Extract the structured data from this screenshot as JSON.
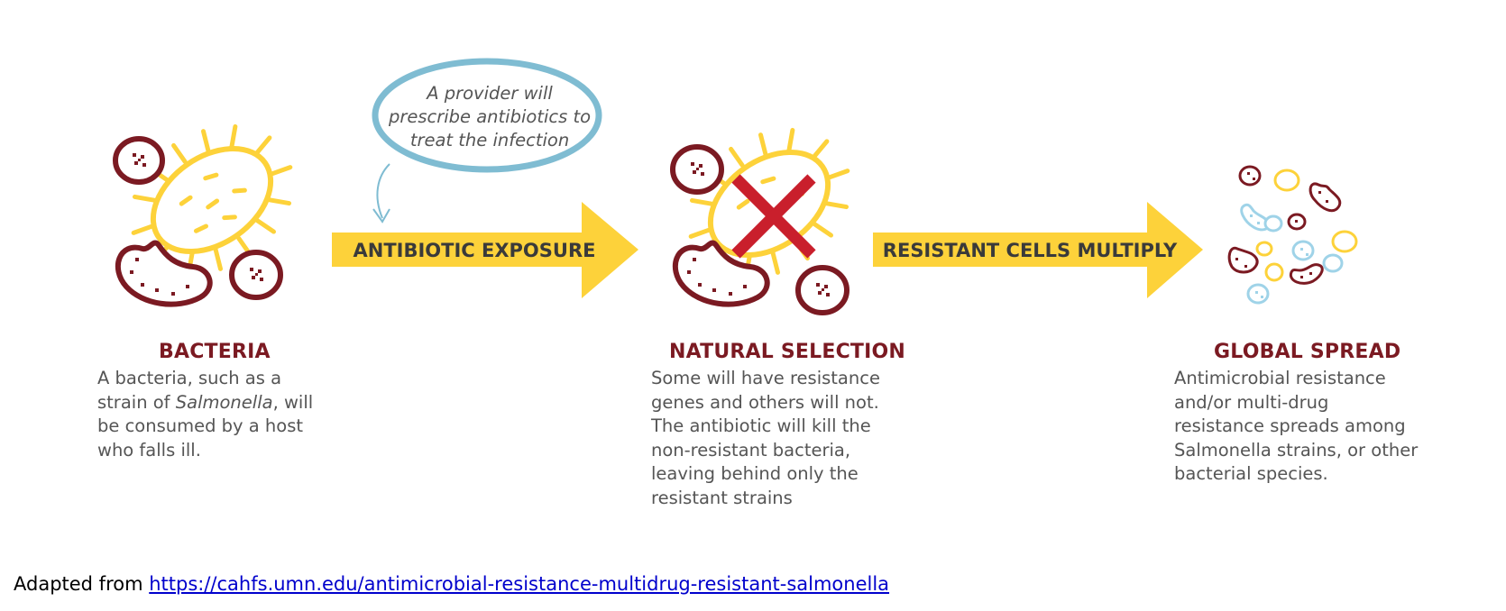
{
  "callout": {
    "lines": [
      "A provider will",
      "prescribe antibiotics to",
      "treat the infection"
    ]
  },
  "arrows": {
    "exposure_label": "ANTIBIOTIC EXPOSURE",
    "multiply_label": "RESISTANT CELLS MULTIPLY"
  },
  "stages": {
    "bacteria": {
      "title": "BACTERIA",
      "lines": [
        "A bacteria, such as a",
        "will",
        "be consumed by a host",
        "who falls ill."
      ],
      "line2_prefix": "strain of ",
      "line2_italic": "Salmonella",
      "line2_suffix": ", will"
    },
    "selection": {
      "title": "NATURAL SELECTION",
      "lines": [
        "Some will have resistance",
        "genes and others will not.",
        "The antibiotic will kill the",
        "non-resistant bacteria,",
        "leaving behind only the",
        "resistant strains"
      ]
    },
    "spread": {
      "title": "GLOBAL SPREAD",
      "lines": [
        "Antimicrobial resistance",
        "and/or multi-drug",
        "resistance spreads among",
        "Salmonella strains, or other",
        "bacterial species."
      ]
    }
  },
  "footer": {
    "prefix": "Adapted from ",
    "link_text": "https://cahfs.umn.edu/antimicrobial-resistance-multidrug-resistant-salmonella"
  },
  "colors": {
    "maroon": "#7b1a22",
    "yellow": "#fdd23a",
    "light_blue": "#9fd3e8",
    "callout_blue": "#7fbcd2",
    "red_x": "#c91f2c",
    "text_gray": "#555555",
    "link_blue": "#0000cc"
  }
}
